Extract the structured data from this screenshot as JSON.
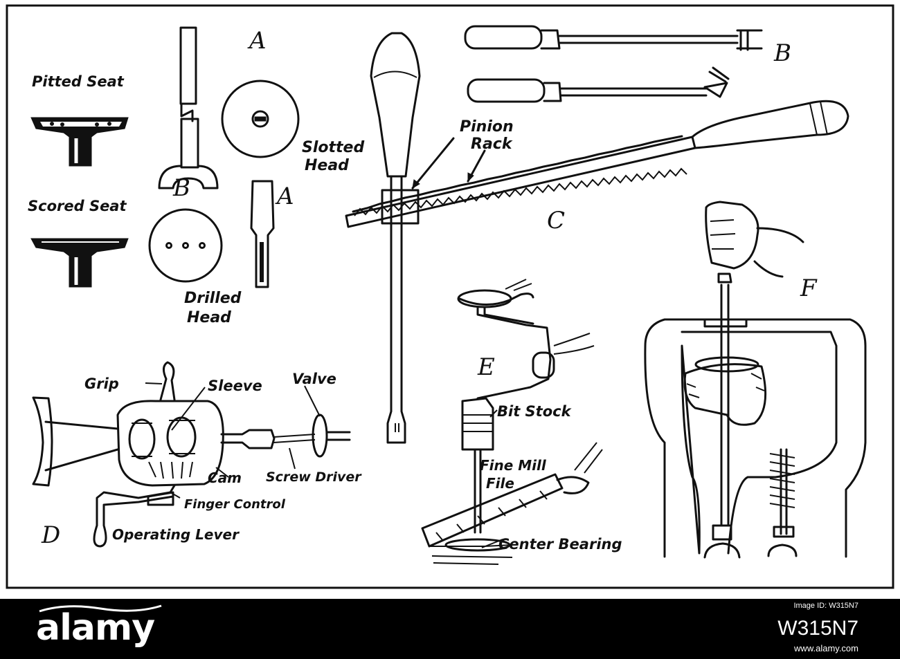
{
  "panels": {
    "a_top": "A",
    "a_right": "A",
    "b_small": "B",
    "b_top": "B",
    "c": "C",
    "d": "D",
    "e": "E",
    "f": "F"
  },
  "labels": {
    "pitted_seat": "Pitted Seat",
    "scored_seat": "Scored Seat",
    "slotted": "Slotted",
    "head1": "Head",
    "drilled": "Drilled",
    "head2": "Head",
    "pinion": "Pinion",
    "rack": "Rack",
    "grip": "Grip",
    "sleeve": "Sleeve",
    "valve": "Valve",
    "cam": "Cam",
    "screw_driver": "Screw Driver",
    "finger_control": "Finger Control",
    "operating_lever": "Operating Lever",
    "bit_stock": "Bit Stock",
    "fine_mill": "Fine Mill",
    "file": "File",
    "center_bearing": "Center Bearing"
  },
  "footer": {
    "brand": "alamy",
    "stock_id": "W315N7",
    "side_id": "Image ID: W315N7",
    "url": "www.alamy.com"
  },
  "colors": {
    "ink": "#111111",
    "paper": "#ffffff",
    "banner": "#000000"
  }
}
